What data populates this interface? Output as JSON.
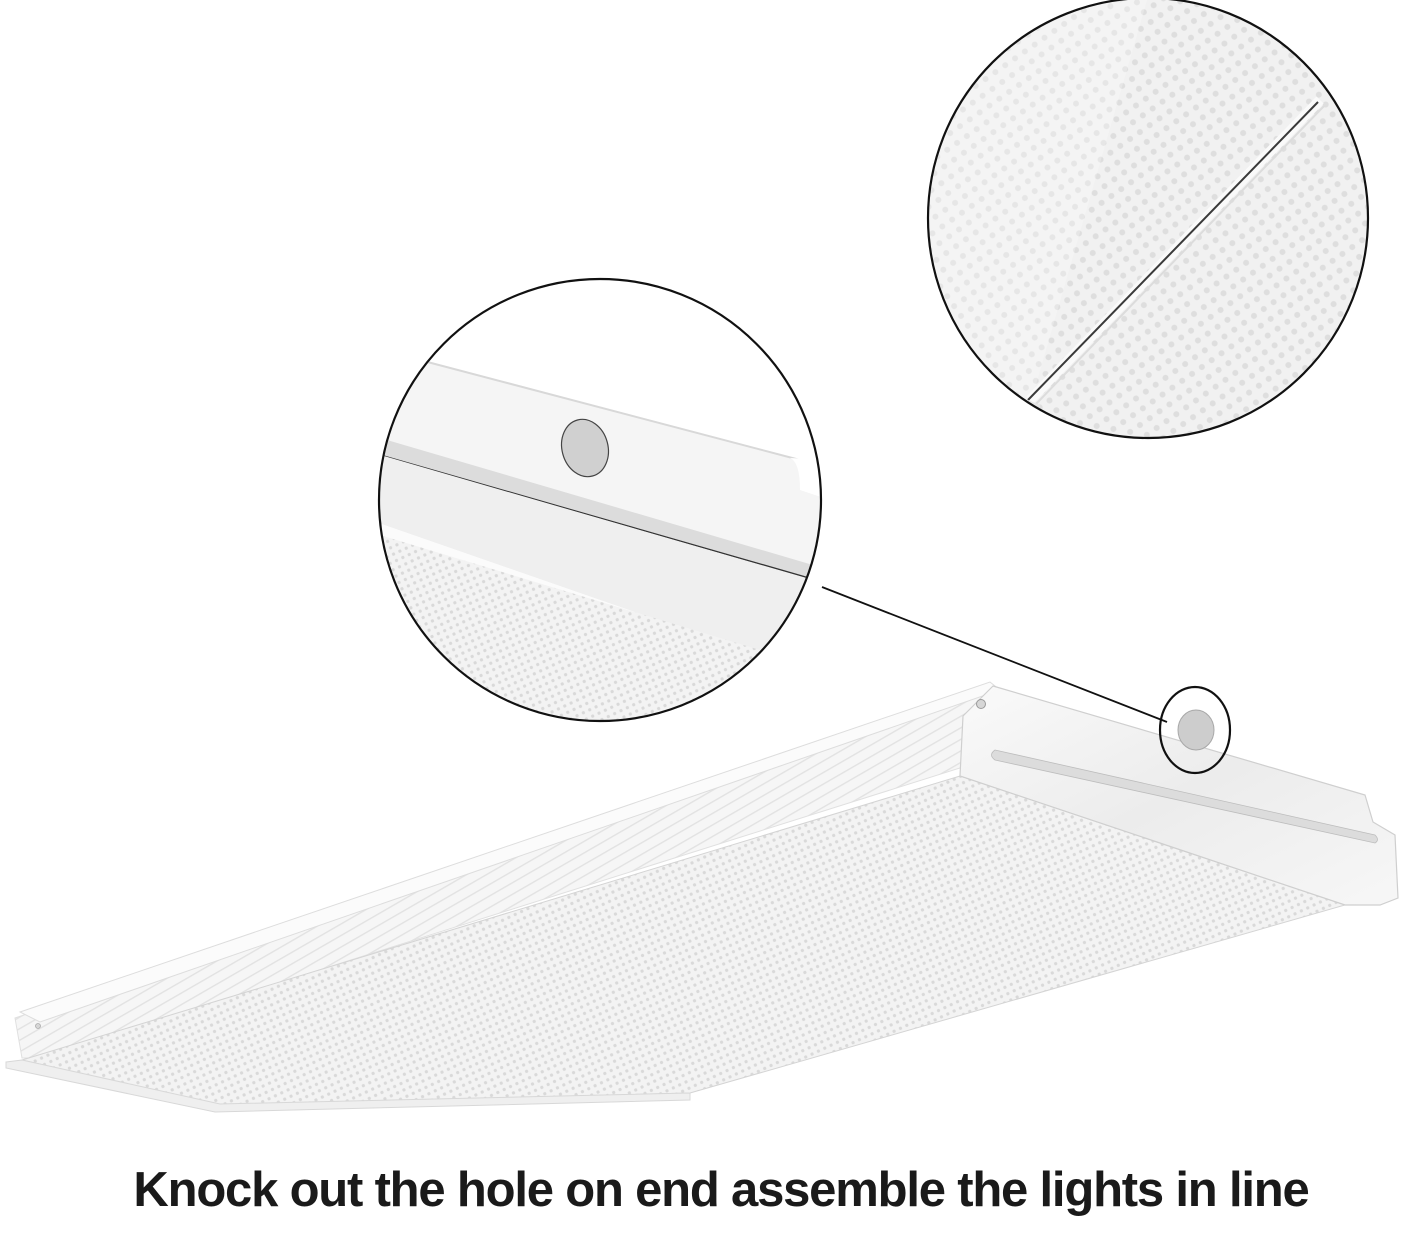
{
  "caption": {
    "text": "Knock out the hole on end assemble the lights in line"
  },
  "illustration": {
    "subject": "LED wraparound light fixture",
    "callouts": [
      {
        "name": "end-cap-knockout-hole-detail",
        "description": "Zoomed view of end cap with knockout hole"
      },
      {
        "name": "diffuser-joint-detail",
        "description": "Zoomed view of prismatic diffuser seam"
      }
    ]
  },
  "colors": {
    "background": "#ffffff",
    "outline": "#111111",
    "fixture_body": "#f4f4f4",
    "fixture_shadow": "#dcdcdc",
    "knockout_hole": "#cfcfcf",
    "text": "#1a1a1a"
  }
}
